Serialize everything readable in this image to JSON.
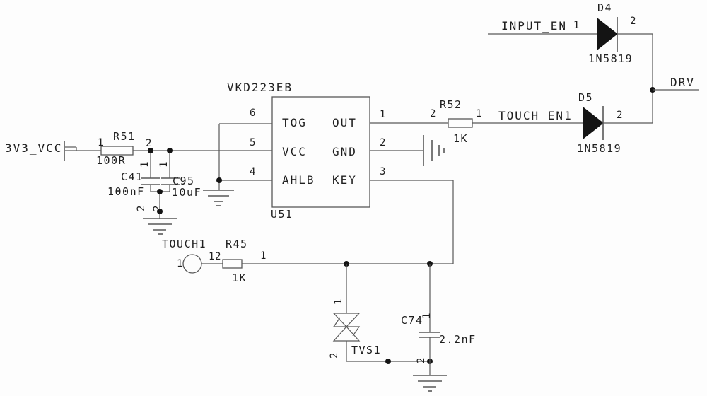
{
  "schematic": {
    "nets": {
      "vcc": "3V3_VCC",
      "input_en": "INPUT_EN",
      "touch_en": "TOUCH_EN1",
      "drv": "DRV"
    },
    "u51": {
      "ref": "U51",
      "part": "VKD223EB",
      "pins_left": [
        {
          "num": "6",
          "name": "TOG"
        },
        {
          "num": "5",
          "name": "VCC"
        },
        {
          "num": "4",
          "name": "AHLB"
        }
      ],
      "pins_right": [
        {
          "num": "1",
          "name": "OUT"
        },
        {
          "num": "2",
          "name": "GND"
        },
        {
          "num": "3",
          "name": "KEY"
        }
      ]
    },
    "r51": {
      "ref": "R51",
      "value": "100R",
      "pin1": "1",
      "pin2": "2"
    },
    "r52": {
      "ref": "R52",
      "value": "1K",
      "pin1": "1",
      "pin2": "2"
    },
    "r45": {
      "ref": "R45",
      "value": "1K",
      "pin1": "1",
      "pin2": "2"
    },
    "c41": {
      "ref": "C41",
      "value": "100nF",
      "pin1": "1",
      "pin2": "2"
    },
    "c95": {
      "ref": "C95",
      "value": "10uF",
      "pin1": "1",
      "pin2": "2"
    },
    "c74": {
      "ref": "C74",
      "value": "2.2nF",
      "pin1": "1",
      "pin2": "2"
    },
    "d4": {
      "ref": "D4",
      "part": "1N5819",
      "pin1": "1",
      "pin2": "2"
    },
    "d5": {
      "ref": "D5",
      "part": "1N5819",
      "pin2": "2"
    },
    "tvs1": {
      "ref": "TVS1",
      "pin1": "1",
      "pin2": "2"
    },
    "touch1": {
      "ref": "TOUCH1",
      "pin1": "1"
    },
    "colors": {
      "wire": "#585858",
      "component_fill": "#141414",
      "text": "#1f1f1f",
      "background": "#fdfdfd"
    }
  }
}
